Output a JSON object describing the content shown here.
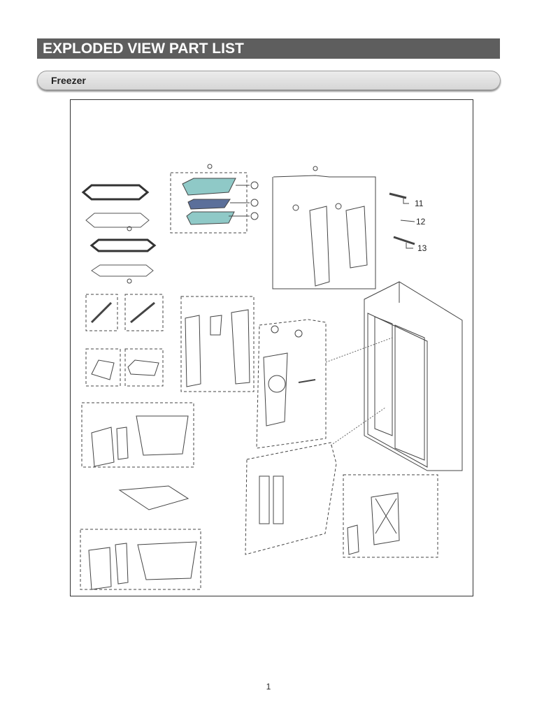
{
  "header": {
    "title": "EXPLODED VIEW PART LIST"
  },
  "section": {
    "label": "Freezer"
  },
  "diagram": {
    "callouts": [
      "11",
      "12",
      "13"
    ]
  },
  "footer": {
    "page_number": "1"
  }
}
